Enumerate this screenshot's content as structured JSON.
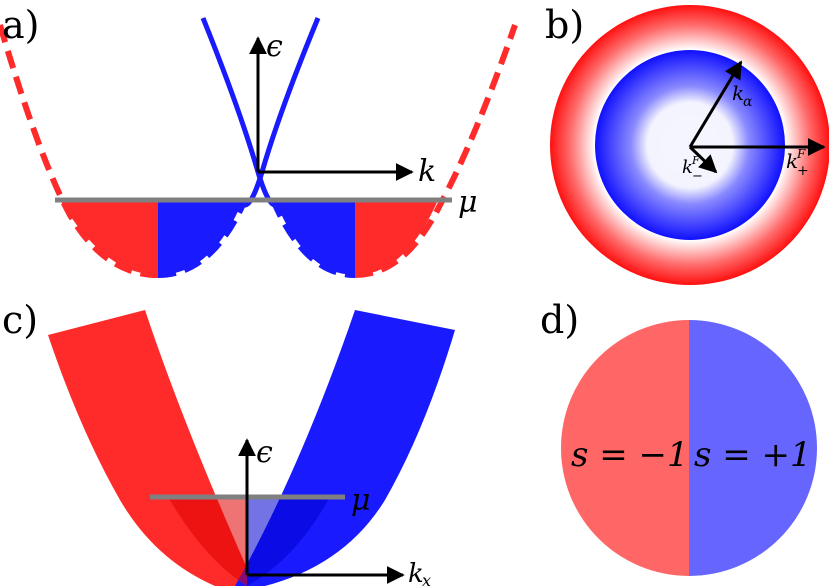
{
  "panels": {
    "a": {
      "label": "a)",
      "energy_axis": "ϵ",
      "momentum_axis": "k",
      "chemical_potential": "μ"
    },
    "b": {
      "label": "b)",
      "k_alpha_main": "k",
      "k_alpha_sub": "α",
      "k_plus_main": "k",
      "k_plus_sup": "F",
      "k_plus_sub": "+",
      "k_minus_main": "k",
      "k_minus_sup": "F",
      "k_minus_sub": "−"
    },
    "c": {
      "label": "c)",
      "energy_axis": "ϵ",
      "chemical_potential": "μ",
      "kx_main": "k",
      "kx_sub": "x"
    },
    "d": {
      "label": "d)",
      "left_label": "s = −1",
      "right_label": "s = +1"
    }
  },
  "colors": {
    "red": "#ff1a1a",
    "blue": "#1a1aff",
    "red_light": "#ff6666",
    "blue_light": "#6666ff",
    "gray": "#808080",
    "black": "#000000"
  }
}
